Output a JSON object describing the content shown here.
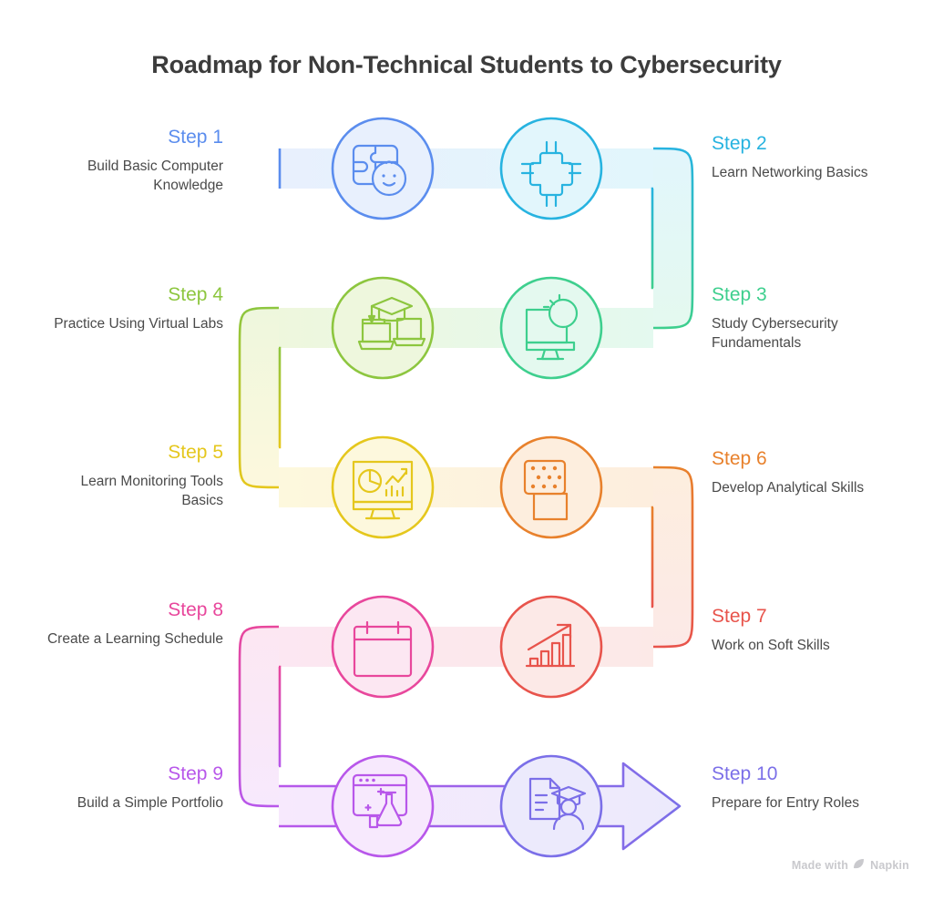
{
  "title": "Roadmap for Non-Technical Students to Cybersecurity",
  "watermark": {
    "made_with": "Made with",
    "brand": "Napkin"
  },
  "chart_data": {
    "type": "diagram",
    "layout": "serpentine-roadmap",
    "rows": 5,
    "nodes_per_row": 2,
    "title": "Roadmap for Non-Technical Students to Cybersecurity",
    "flow": "left-to-right then right-to-left, alternating; ends with arrow head",
    "steps": [
      {
        "number": 1,
        "step_label": "Step 1",
        "description": "Build Basic Computer Knowledge",
        "color": "#5b8dee",
        "fill": "#e8f0fd",
        "icon": "puzzle-smiley-icon",
        "side": "left",
        "row": 1
      },
      {
        "number": 2,
        "step_label": "Step 2",
        "description": "Learn Networking Basics",
        "color": "#27b3e0",
        "fill": "#e2f6fc",
        "icon": "network-chip-icon",
        "side": "right",
        "row": 1
      },
      {
        "number": 3,
        "step_label": "Step 3",
        "description": "Study Cybersecurity Fundamentals",
        "color": "#3ecf8e",
        "fill": "#e4f9ef",
        "icon": "monitor-alert-icon",
        "side": "right",
        "row": 2
      },
      {
        "number": 4,
        "step_label": "Step 4",
        "description": "Practice Using Virtual Labs",
        "color": "#8dc63f",
        "fill": "#eef7dd",
        "icon": "graduation-laptops-icon",
        "side": "left",
        "row": 2
      },
      {
        "number": 5,
        "step_label": "Step 5",
        "description": "Learn Monitoring Tools Basics",
        "color": "#e5c71d",
        "fill": "#fdf8dd",
        "icon": "dashboard-monitor-icon",
        "side": "left",
        "row": 3
      },
      {
        "number": 6,
        "step_label": "Step 6",
        "description": "Develop Analytical Skills",
        "color": "#e8812c",
        "fill": "#fdeede",
        "icon": "overlapping-squares-dots-icon",
        "side": "right",
        "row": 3
      },
      {
        "number": 7,
        "step_label": "Step 7",
        "description": "Work on Soft Skills",
        "color": "#e8544c",
        "fill": "#fce9e7",
        "icon": "growth-bar-chart-icon",
        "side": "right",
        "row": 4
      },
      {
        "number": 8,
        "step_label": "Step 8",
        "description": "Create a Learning Schedule",
        "color": "#e8479c",
        "fill": "#fce7f2",
        "icon": "calendar-icon",
        "side": "left",
        "row": 4
      },
      {
        "number": 9,
        "step_label": "Step 9",
        "description": "Build a Simple Portfolio",
        "color": "#b857ea",
        "fill": "#f7e9fd",
        "icon": "browser-flask-icon",
        "side": "left",
        "row": 5
      },
      {
        "number": 10,
        "step_label": "Step 10",
        "description": "Prepare for Entry Roles",
        "color": "#7b6fe8",
        "fill": "#eceafc",
        "icon": "certificate-graduate-icon",
        "side": "right",
        "row": 5
      }
    ]
  }
}
